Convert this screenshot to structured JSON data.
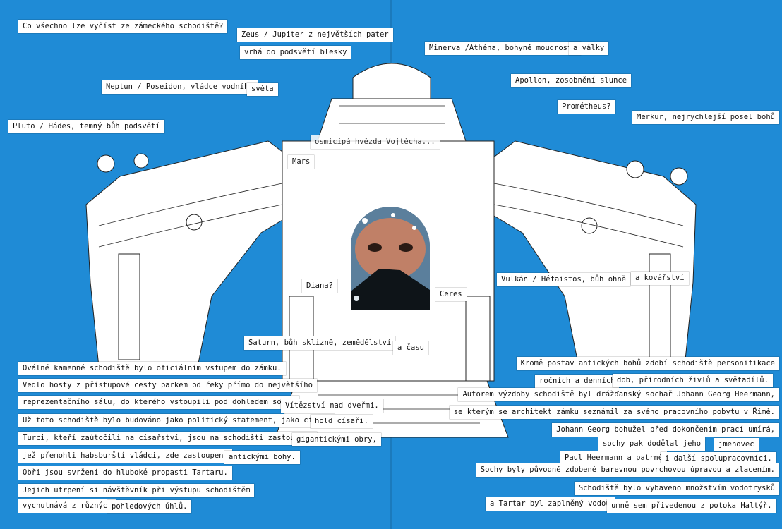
{
  "figure_labels": {
    "title": "Co všechno lze vyčíst ze zámeckého schodiště?",
    "zeus_1": "Zeus / Jupiter z největších pater",
    "zeus_2": "vrhá do podsvětí blesky",
    "minerva_1": "Minerva /Athéna, bohyně moudrosti",
    "minerva_2": "a války",
    "neptun_1": "Neptun / Poseidon, vládce vodního",
    "neptun_2": "světa",
    "apollon": "Apollon, zosobnění slunce",
    "prometheus": "Prométheus?",
    "pluto": "Pluto / Hádes, temný bůh podsvětí",
    "merkur": "Merkur, nejrychlejší posel bohů",
    "star": "osmicípá hvězda Vojtěcha...",
    "mars": "Mars",
    "diana": "Diana?",
    "ceres": "Ceres",
    "vulkan_1": "Vulkán / Héfaistos, bůh ohně",
    "vulkan_2": "a kovářství",
    "saturn_1": "Saturn, bůh sklizně, zemědělství",
    "saturn_2": "a času"
  },
  "left_text": [
    "Oválné kamenné schodiště bylo oficiálním vstupem do zámku.",
    "Vedlo hosty z přístupové cesty parkem od řeky přímo do největšího",
    "reprezentačního sálu, do kterého vstoupili pod dohledem sochy",
    "Vítězství nad dveřmi.",
    "Už toto schodiště bylo budováno jako politický statement, jako cílený",
    "hold císaři.",
    "Turci, kteří zaútočili na císařství, jsou na schodišti zastoupení",
    "gigantickými obry,",
    "jež přemohli habsburští vládci, zde zastoupení",
    "antickými bohy.",
    "Obři jsou svržení do hluboké propasti Tartaru.",
    "Jejich utrpení si návštěvník při výstupu schodištěm",
    "vychutnává z různých",
    "pohledových úhlů."
  ],
  "right_text": [
    "Kromě postav antických bohů zdobí schodiště personifikace",
    "ročních a denních",
    "dob, přírodních živlů a světadílů.",
    "Autorem výzdoby schodiště byl drážďanský sochař Johann Georg Heermann,",
    "se kterým se architekt zámku seznámil za svého pracovního pobytu v Římě.",
    "Johann Georg bohužel před dokončením prací umírá,",
    "sochy pak dodělal jeho",
    "jmenovec",
    "Paul Heermann a patrně",
    "i další spolupracovníci.",
    "Sochy byly původně zdobené barevnou povrchovou úpravou a zlacením.",
    "Schodiště bylo vybaveno množstvím vodotrysků",
    "a Tartar byl zaplněný vodou",
    "umně sem přivedenou z potoka Haltýř."
  ],
  "colors": {
    "background": "#1f8bd6",
    "label_bg": "#ffffff",
    "ink": "#111111"
  }
}
